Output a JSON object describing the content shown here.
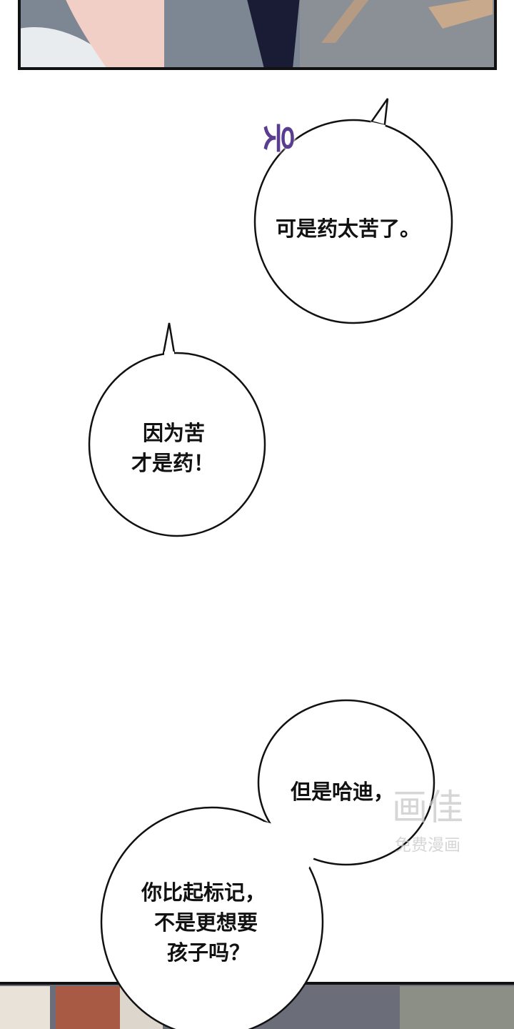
{
  "bubbles": [
    {
      "text": "可是药太苦了。"
    },
    {
      "lines": [
        "因为苦",
        "才是药！"
      ]
    },
    {
      "text": "但是哈迪，"
    },
    {
      "lines": [
        "你比起标记，",
        "不是更想要",
        "孩子吗？"
      ]
    }
  ],
  "sfx": {
    "text": "읏",
    "color": "#5a3d8e"
  },
  "watermark": {
    "logo": "画佳",
    "caption": "免费漫画"
  }
}
